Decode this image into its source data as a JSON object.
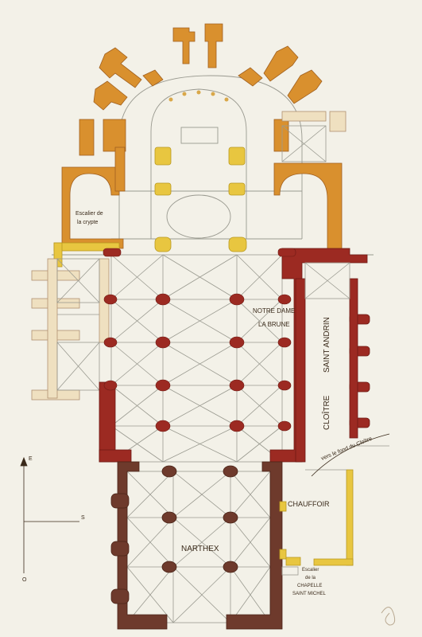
{
  "labels": {
    "stair_crypt_1": "Escalier de",
    "stair_crypt_2": "la crypte",
    "notre_dame_1": "NOTRE DAME",
    "notre_dame_2": "LA BRUNE",
    "cloister_1": "CLOÎTRE",
    "cloister_2": "SAINT ANDRIN",
    "cloister_wall": "vers le fond du Cloître",
    "chauffoir": "CHAUFFOIR",
    "narthex": "NARTHEX",
    "stair_chapel_1": "Escalier",
    "stair_chapel_2": "de la",
    "stair_chapel_3": "CHAPELLE",
    "stair_chapel_4": "SAINT MICHEL",
    "compass_e": "E",
    "compass_s": "S",
    "compass_o": "O"
  },
  "colors": {
    "paper": "#f3f1e8",
    "line": "#8a8a80",
    "orange": "#d9902e",
    "yellow": "#e8c640",
    "red": "#9c2a22",
    "brown": "#6e3a2c",
    "cream": "#efe0c0"
  }
}
